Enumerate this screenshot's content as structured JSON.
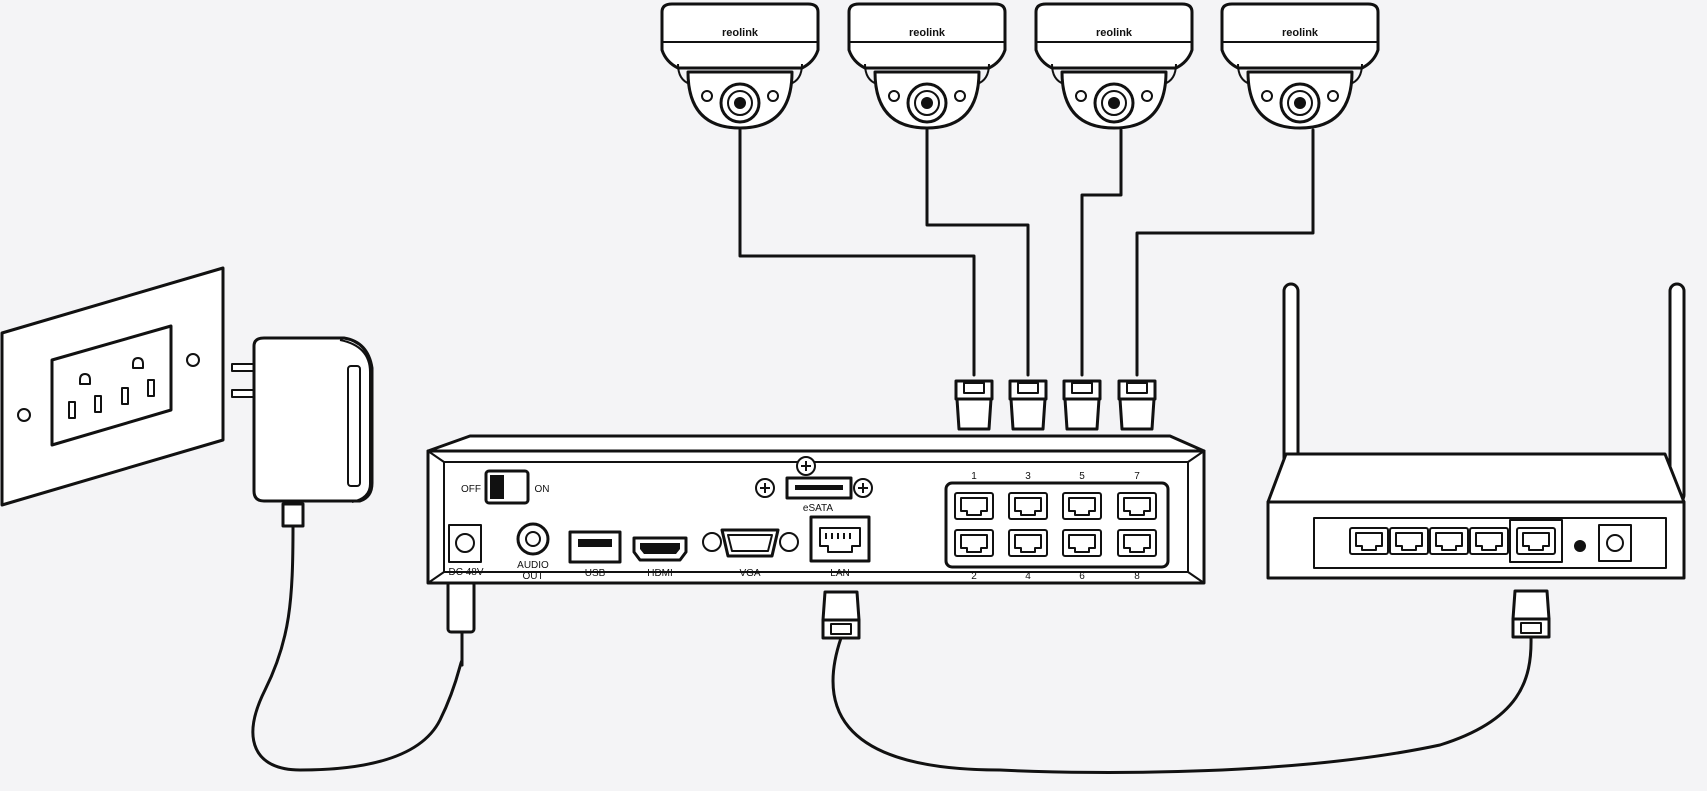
{
  "camera": {
    "brand": "reolink"
  },
  "nvr": {
    "switch_off": "OFF",
    "switch_on": "ON",
    "esata": "eSATA",
    "dc": "DC 48V",
    "audio_line1": "AUDIO",
    "audio_line2": "OUT",
    "usb": "USB",
    "hdmi": "HDMI",
    "vga": "VGA",
    "lan": "LAN",
    "poe_top": [
      "1",
      "3",
      "5",
      "7"
    ],
    "poe_bottom": [
      "2",
      "4",
      "6",
      "8"
    ]
  }
}
